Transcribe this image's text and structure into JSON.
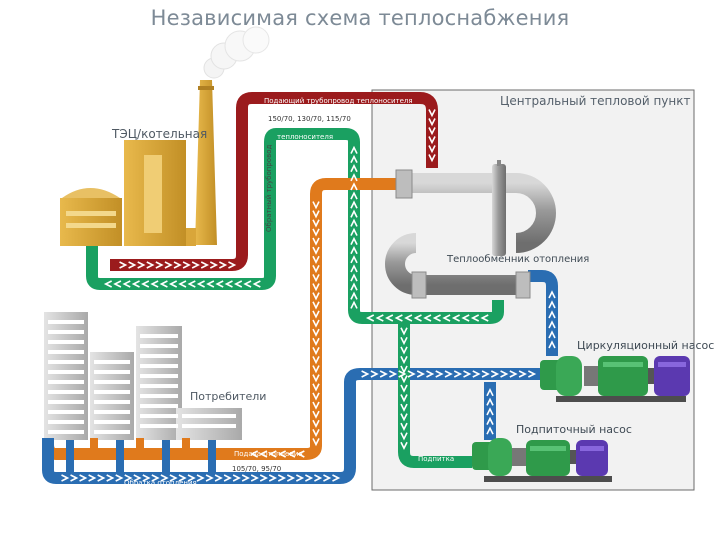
{
  "title": "Независимая схема теплоснабжения",
  "heat_point": {
    "label": "Центральный тепловой пункт"
  },
  "plant": {
    "label": "ТЭЦ/котельная"
  },
  "consumers": {
    "label": "Потребители"
  },
  "pipes": {
    "supply_main": "Подающий трубопровод теплоносителя",
    "supply_temps": "150/70, 130/70, 115/70",
    "return_main_a": "Обратный трубопровод",
    "return_main_b": "теплоносителя",
    "heating_supply": "Подача отопления",
    "heating_supply_temps": "105/70, 95/70",
    "heating_return": "Обратка отопления",
    "makeup": "Подпитка"
  },
  "equipment": {
    "heat_exchanger": "Теплообменник отопления",
    "circulation_pump": "Циркуляционный насос",
    "makeup_pump": "Подпиточный насос"
  },
  "colors": {
    "supply": "#9b1b1d",
    "plant_return": "#1aa061",
    "heating_supply": "#e07a1c",
    "heating_return": "#2a6db2",
    "building": "#d9a63a",
    "pump_green": "#2f9a4a",
    "motor_purple": "#5b39b0"
  }
}
